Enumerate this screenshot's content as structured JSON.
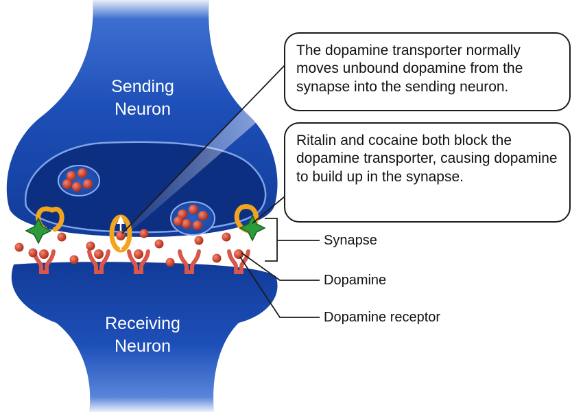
{
  "callouts": {
    "transporter": "The dopamine transporter normally moves unbound dopamine from the synapse into the sending neuron.",
    "ritalin": "Ritalin and cocaine both block the dopamine transporter, causing dopamine to build up in the synapse."
  },
  "neurons": {
    "sending": "Sending\nNeuron",
    "receiving": "Receiving\nNeuron"
  },
  "labels": {
    "synapse": "Synapse",
    "dopamine": "Dopamine",
    "receptor": "Dopamine receptor"
  },
  "colors": {
    "neuron_dark": "#0b2f86",
    "neuron_mid": "#2458c6",
    "dopamine": "#d04a33",
    "transporter": "#f2a51c",
    "blocker": "#2e9a3c",
    "receptor": "#d9574a"
  }
}
